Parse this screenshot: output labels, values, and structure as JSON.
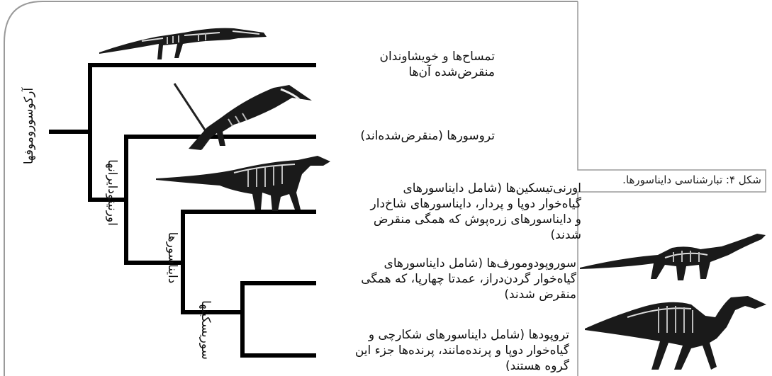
{
  "caption": "شکل ۴: تبارشناسی دایناسورها.",
  "clades": {
    "archosauromorphs": "آرکوسوروموفها",
    "ornithodirans": "اورنیتودایرانها",
    "dinosaurs": "دایناسورها",
    "saurischians": "سوریسکینها"
  },
  "leaves": [
    {
      "lines": [
        "تمساح‌ها و خویشاوندان",
        "منقرض‌شده آن‌ها"
      ]
    },
    {
      "lines": [
        "تروسورها (منقرض‌شده‌اند)"
      ]
    },
    {
      "lines": [
        "اورنی‌تیسکین‌ها (شامل دایناسورهای",
        "گیاه‌خوار دوپا و پردار، دایناسورهای شاخ‌دار",
        "و دایناسورهای زره‌پوش که همگی منقرض",
        "شدند)"
      ]
    },
    {
      "lines": [
        "سوروپودومورف‌ها (شامل دایناسورهای",
        "گیاه‌خوار گردن‌دراز، عمدتا چهارپا، که همگی",
        "منقرض شدند)"
      ]
    },
    {
      "lines": [
        "تروپودها (شامل دایناسورهای شکارچی و",
        "گیاه‌خوار دوپا و پرنده‌مانند، پرنده‌ها جزء این",
        "گروه هستند)"
      ]
    }
  ],
  "icons": [
    "crocodile-skeleton-icon",
    "pterosaur-skeleton-icon",
    "ornithischian-skeleton-icon",
    "sauropodomorph-skeleton-icon",
    "theropod-skeleton-icon"
  ]
}
